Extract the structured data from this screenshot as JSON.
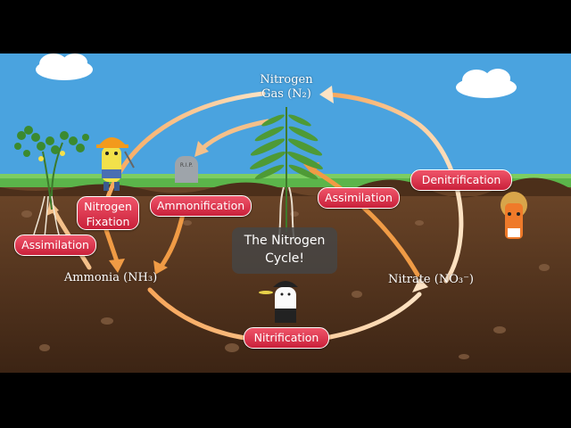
{
  "title": "The Nitrogen Cycle!",
  "nodes": {
    "nitrogen_gas": {
      "line1": "Nitrogen",
      "line2": "Gas (N₂)"
    },
    "ammonia": "Ammonia (NH₃)",
    "nitrate": "Nitrate (NO₃⁻)"
  },
  "processes": {
    "nitrogen_fixation": {
      "line1": "Nitrogen",
      "line2": "Fixation"
    },
    "ammonification": "Ammonification",
    "assimilation_left": "Assimilation",
    "assimilation_right": "Assimilation",
    "denitrification": "Denitrification",
    "nitrification": "Nitrification"
  },
  "tombstone_text": "R.I.P.",
  "colors": {
    "sky": "#4aa3df",
    "grass": "#5bb54a",
    "soil": "#5a3a22",
    "pill": "#d9314a",
    "arrow": "#f4c08a"
  }
}
